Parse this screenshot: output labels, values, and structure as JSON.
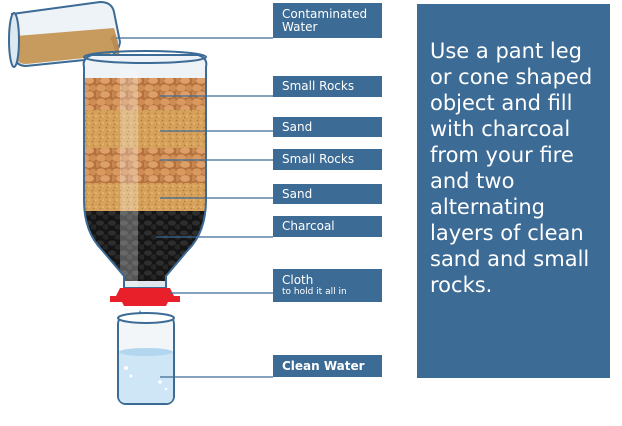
{
  "labels": [
    {
      "line1": "Contaminated",
      "line2": "Water"
    },
    {
      "line1": "Small Rocks"
    },
    {
      "line1": "Sand"
    },
    {
      "line1": "Small Rocks"
    },
    {
      "line1": "Sand"
    },
    {
      "line1": "Charcoal"
    },
    {
      "line1": "Cloth",
      "line2": "to hold it all in"
    },
    {
      "line1": "Clean Water"
    }
  ],
  "info_panel": {
    "text": "Use a pant leg or cone shaped object and fill with charcoal from your fire and two alternating layers of clean sand and small rocks."
  },
  "colors": {
    "label_bg": "#3c6b95",
    "panel_bg": "#3c6b95",
    "leader_line": "#3c6b95",
    "rocks": "#c98a52",
    "sand": "#d9a65c",
    "charcoal": "#1d1d1d",
    "cap": "#e8202a",
    "water_clean": "#cfe6f6",
    "water_dirty": "#c79a5e"
  }
}
